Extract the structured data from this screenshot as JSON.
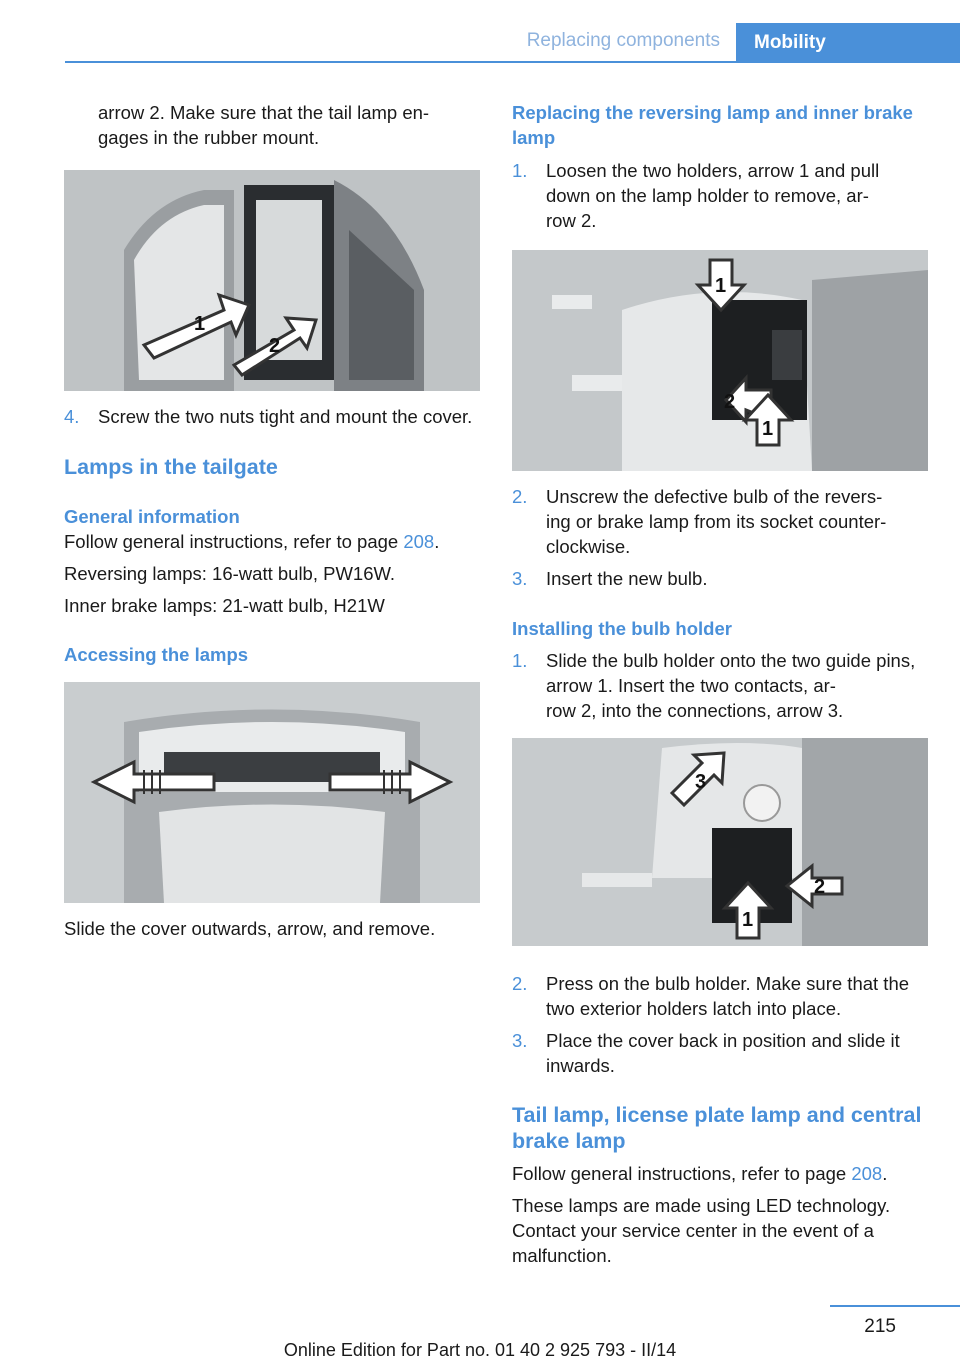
{
  "header": {
    "section": "Replacing components",
    "chapter": "Mobility"
  },
  "left": {
    "cont_text": "arrow 2. Make sure that the tail lamp en-\ngages in the rubber mount.",
    "step4_num": "4.",
    "step4_text": "Screw the two nuts tight and mount the cover.",
    "heading_tailgate": "Lamps in the tailgate",
    "heading_general": "General information",
    "general_text_pre": "Follow general instructions, refer to page ",
    "general_link": "208",
    "general_text_post": ".",
    "reversing_text": "Reversing lamps: 16-watt bulb, PW16W.",
    "inner_text": "Inner brake lamps: 21-watt bulb, H21W",
    "heading_accessing": "Accessing the lamps",
    "slide_text": "Slide the cover outwards, arrow, and remove."
  },
  "right": {
    "heading_replacing": "Replacing the reversing lamp and inner brake lamp",
    "s1_num": "1.",
    "s1_text": "Loosen the two holders, arrow 1 and pull down on the lamp holder to remove, ar-\nrow 2.",
    "s2_num": "2.",
    "s2_text": "Unscrew the defective bulb of the revers-\ning or brake lamp from its socket counter-\nclockwise.",
    "s3_num": "3.",
    "s3_text": "Insert the new bulb.",
    "heading_installing": "Installing the bulb holder",
    "i1_num": "1.",
    "i1_text": "Slide the bulb holder onto the two guide pins, arrow 1. Insert the two contacts, ar-\nrow 2, into the connections, arrow 3.",
    "i2_num": "2.",
    "i2_text": "Press on the bulb holder. Make sure that the two exterior holders latch into place.",
    "i3_num": "3.",
    "i3_text": "Place the cover back in position and slide it inwards.",
    "heading_tail": "Tail lamp, license plate lamp and central brake lamp",
    "tail_text_pre": "Follow general instructions, refer to page ",
    "tail_link": "208",
    "tail_text_post": ".",
    "led_text": "These lamps are made using LED technology. Contact your service center in the event of a malfunction."
  },
  "figures": {
    "fig1_labels": [
      "1",
      "2"
    ],
    "fig3_labels": [
      "1",
      "2",
      "1"
    ],
    "fig4_labels": [
      "3",
      "2",
      "1"
    ]
  },
  "footer": {
    "page": "215",
    "edition": "Online Edition for Part no. 01 40 2 925 793 - II/14"
  },
  "colors": {
    "accent": "#4a90d9",
    "accent_light": "#8fb3de",
    "text": "#1a1a1a"
  }
}
